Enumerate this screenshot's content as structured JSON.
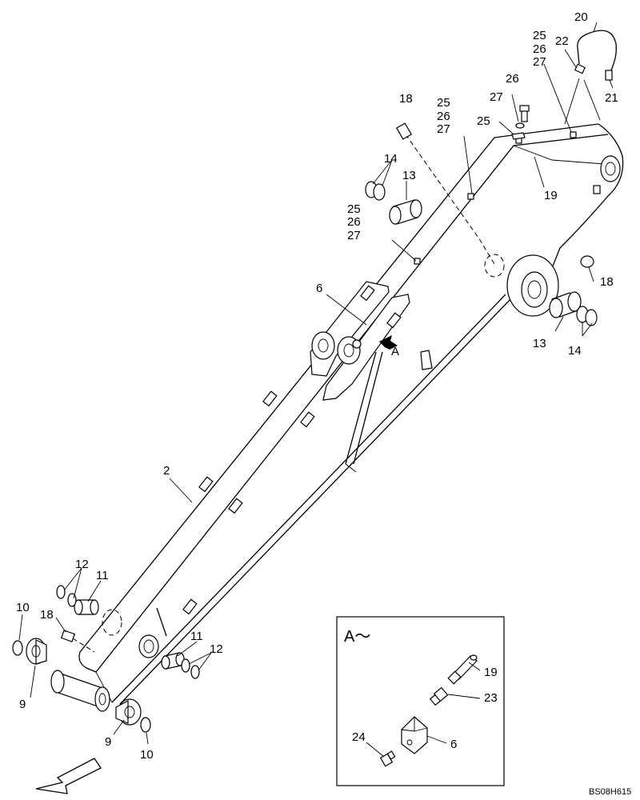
{
  "diagram": {
    "callouts": {
      "c2": "2",
      "c6": "6",
      "c9a": "9",
      "c9b": "9",
      "c10a": "10",
      "c10b": "10",
      "c11a": "11",
      "c11b": "11",
      "c12a": "12",
      "c12b": "12",
      "c13a": "13",
      "c13b": "13",
      "c14a": "14",
      "c14b": "14",
      "c18a": "18",
      "c18b": "18",
      "c18c": "18",
      "c19": "19",
      "c20": "20",
      "c21": "21",
      "c22": "22",
      "c25a": "25",
      "c26a": "26",
      "c27a": "27",
      "c26b": "26",
      "c27b": "27",
      "c25b": "25",
      "c25c": "25",
      "c26c": "26",
      "c27c": "27",
      "c25d": "25",
      "c26d": "26",
      "c27d": "27"
    },
    "view_marker": "A",
    "detail": {
      "title": "A～",
      "c19": "19",
      "c23": "23",
      "c24": "24",
      "c6": "6"
    },
    "drawing_code": "BS08H615"
  }
}
